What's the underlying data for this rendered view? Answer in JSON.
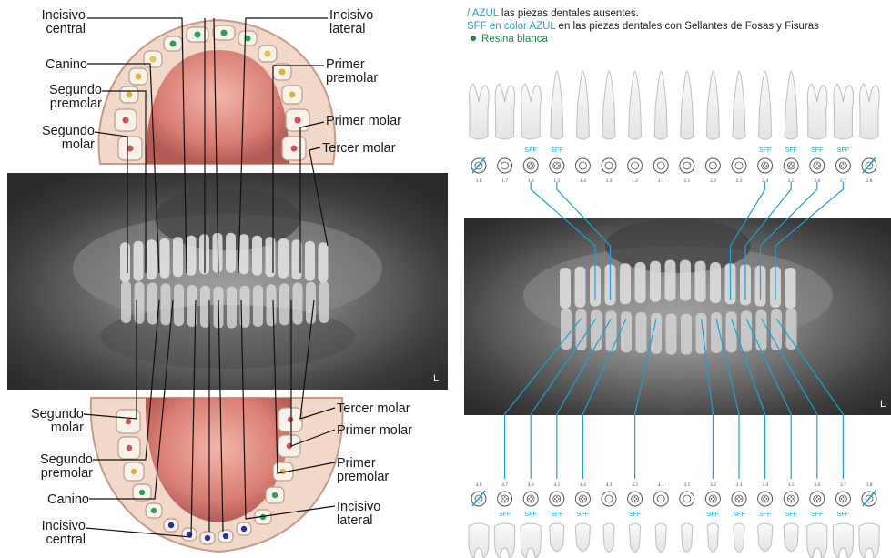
{
  "left_figure": {
    "upper_labels_left": [
      "Incisivo\ncentral",
      "Canino",
      "Segundo\npremolar",
      "Segundo\nmolar"
    ],
    "upper_labels_right": [
      "Incisivo\nlateral",
      "Primer\npremolar",
      "Primer molar",
      "Tercer molar"
    ],
    "lower_labels_left": [
      "Segundo\nmolar",
      "Segundo\npremolar",
      "Canino",
      "Incisivo\ncentral"
    ],
    "lower_labels_right": [
      "Tercer molar",
      "Primer molar",
      "Primer\npremolar",
      "Incisivo\nlateral"
    ],
    "xray_marker": "L"
  },
  "right_figure": {
    "legend": {
      "line1_prefix": "/ AZUL",
      "line1_rest": " las piezas dentales ausentes.",
      "line2_prefix": "SFF en color AZUL",
      "line2_rest": " en las piezas dentales con Sellantes de Fosas y Fisuras",
      "line3": "Resina blanca"
    },
    "upper_teeth_numbers": [
      "1.8",
      "1.7",
      "1.6",
      "1.5",
      "1.4",
      "1.3",
      "1.2",
      "1.1",
      "2.1",
      "2.2",
      "2.3",
      "2.4",
      "2.5",
      "2.6",
      "2.7",
      "2.8"
    ],
    "upper_sff": [
      "",
      "",
      "SFF",
      "SFF",
      "",
      "",
      "",
      "",
      "",
      "",
      "",
      "SFF",
      "SFF",
      "SFF",
      "SFF",
      ""
    ],
    "upper_absent": [
      true,
      false,
      false,
      false,
      false,
      false,
      false,
      false,
      false,
      false,
      false,
      false,
      false,
      false,
      false,
      true
    ],
    "lower_teeth_numbers": [
      "4.8",
      "4.7",
      "4.6",
      "4.5",
      "4.4",
      "4.3",
      "4.2",
      "4.1",
      "3.1",
      "3.2",
      "3.3",
      "3.4",
      "3.5",
      "3.6",
      "3.7",
      "3.8"
    ],
    "lower_sff": [
      "",
      "SFF",
      "SFF",
      "SFF",
      "SFF",
      "",
      "SFF",
      "",
      "",
      "SFF",
      "SFF",
      "SFF",
      "SFF",
      "SFF",
      "SFF",
      ""
    ],
    "lower_absent": [
      true,
      false,
      false,
      false,
      false,
      false,
      false,
      false,
      false,
      false,
      false,
      false,
      false,
      false,
      false,
      true
    ],
    "xray_marker": "L"
  },
  "colors": {
    "blue": "#1aa3d6",
    "green": "#1d8a44",
    "gum": "#d9837f",
    "xray_dark": "#2a2a2a"
  }
}
